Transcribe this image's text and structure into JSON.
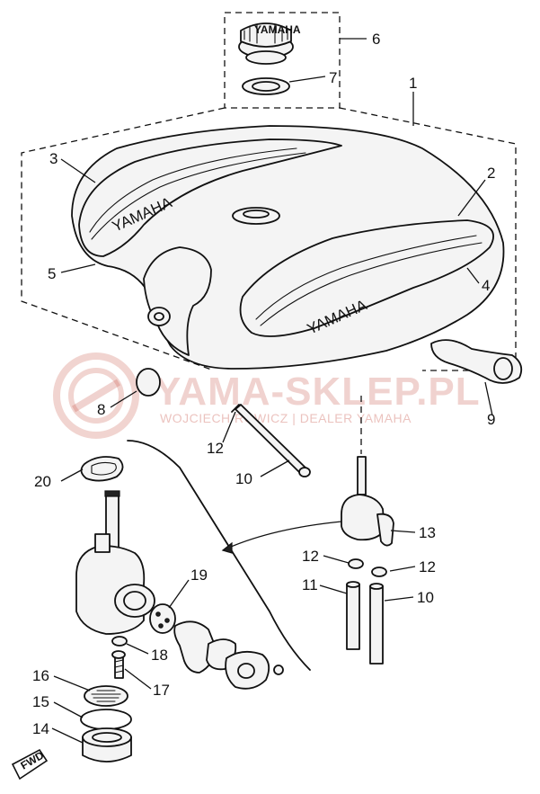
{
  "diagram": {
    "callouts": [
      "1",
      "2",
      "3",
      "4",
      "5",
      "6",
      "7",
      "8",
      "9",
      "10",
      "11",
      "12",
      "13",
      "14",
      "15",
      "16",
      "17",
      "18",
      "19",
      "20"
    ],
    "labels": {
      "c1": "1",
      "c2": "2",
      "c3": "3",
      "c4": "4",
      "c5": "5",
      "c6": "6",
      "c7": "7",
      "c8": "8",
      "c9": "9",
      "c10a": "10",
      "c10b": "10",
      "c11": "11",
      "c12a": "12",
      "c12b": "12",
      "c12c": "12",
      "c13": "13",
      "c14": "14",
      "c15": "15",
      "c16": "16",
      "c17": "17",
      "c18": "18",
      "c19": "19",
      "c20": "20"
    },
    "decals": {
      "left": "YAMAHA",
      "right": "YAMAHA",
      "cap": "YAMAHA"
    },
    "badge": "FWD"
  },
  "watermark": {
    "title": "YAMA-SKLEP.PL",
    "subtitle": "WOJCIECH ROWICZ | DEALER YAMAHA",
    "accent": "#c0392b"
  }
}
